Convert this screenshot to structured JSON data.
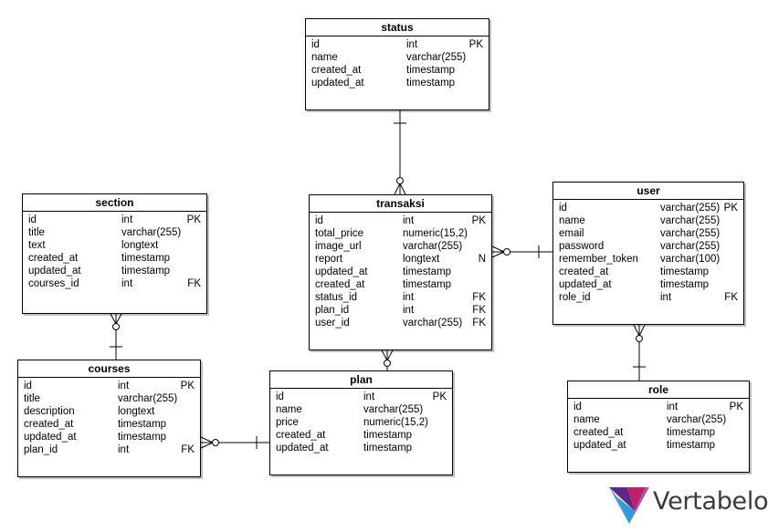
{
  "tables": {
    "status": {
      "name": "status",
      "columns": [
        {
          "name": "id",
          "type": "int",
          "key": "PK"
        },
        {
          "name": "name",
          "type": "varchar(255)",
          "key": ""
        },
        {
          "name": "created_at",
          "type": "timestamp",
          "key": ""
        },
        {
          "name": "updated_at",
          "type": "timestamp",
          "key": ""
        }
      ]
    },
    "section": {
      "name": "section",
      "columns": [
        {
          "name": "id",
          "type": "int",
          "key": "PK"
        },
        {
          "name": "title",
          "type": "varchar(255)",
          "key": ""
        },
        {
          "name": "text",
          "type": "longtext",
          "key": ""
        },
        {
          "name": "created_at",
          "type": "timestamp",
          "key": ""
        },
        {
          "name": "updated_at",
          "type": "timestamp",
          "key": ""
        },
        {
          "name": "courses_id",
          "type": "int",
          "key": "FK"
        }
      ]
    },
    "transaksi": {
      "name": "transaksi",
      "columns": [
        {
          "name": "id",
          "type": "int",
          "key": "PK"
        },
        {
          "name": "total_price",
          "type": "numeric(15,2)",
          "key": ""
        },
        {
          "name": "image_url",
          "type": "varchar(255)",
          "key": ""
        },
        {
          "name": "report",
          "type": "longtext",
          "key": "N"
        },
        {
          "name": "updated_at",
          "type": "timestamp",
          "key": ""
        },
        {
          "name": "created_at",
          "type": "timestamp",
          "key": ""
        },
        {
          "name": "status_id",
          "type": "int",
          "key": "FK"
        },
        {
          "name": "plan_id",
          "type": "int",
          "key": "FK"
        },
        {
          "name": "user_id",
          "type": "varchar(255)",
          "key": "FK"
        }
      ]
    },
    "user": {
      "name": "user",
      "columns": [
        {
          "name": "id",
          "type": "varchar(255)",
          "key": "PK"
        },
        {
          "name": "name",
          "type": "varchar(255)",
          "key": ""
        },
        {
          "name": "email",
          "type": "varchar(255)",
          "key": ""
        },
        {
          "name": "password",
          "type": "varchar(255)",
          "key": ""
        },
        {
          "name": "remember_token",
          "type": "varchar(100)",
          "key": ""
        },
        {
          "name": "created_at",
          "type": "timestamp",
          "key": ""
        },
        {
          "name": "updated_at",
          "type": "timestamp",
          "key": ""
        },
        {
          "name": "role_id",
          "type": "int",
          "key": "FK"
        }
      ]
    },
    "courses": {
      "name": "courses",
      "columns": [
        {
          "name": "id",
          "type": "int",
          "key": "PK"
        },
        {
          "name": "title",
          "type": "varchar(255)",
          "key": ""
        },
        {
          "name": "description",
          "type": "longtext",
          "key": ""
        },
        {
          "name": "created_at",
          "type": "timestamp",
          "key": ""
        },
        {
          "name": "updated_at",
          "type": "timestamp",
          "key": ""
        },
        {
          "name": "plan_id",
          "type": "int",
          "key": "FK"
        }
      ]
    },
    "plan": {
      "name": "plan",
      "columns": [
        {
          "name": "id",
          "type": "int",
          "key": "PK"
        },
        {
          "name": "name",
          "type": "varchar(255)",
          "key": ""
        },
        {
          "name": "price",
          "type": "numeric(15,2)",
          "key": ""
        },
        {
          "name": "created_at",
          "type": "timestamp",
          "key": ""
        },
        {
          "name": "updated_at",
          "type": "timestamp",
          "key": ""
        }
      ]
    },
    "role": {
      "name": "role",
      "columns": [
        {
          "name": "id",
          "type": "int",
          "key": "PK"
        },
        {
          "name": "name",
          "type": "varchar(255)",
          "key": ""
        },
        {
          "name": "created_at",
          "type": "timestamp",
          "key": ""
        },
        {
          "name": "updated_at",
          "type": "timestamp",
          "key": ""
        }
      ]
    }
  },
  "relationships": [
    {
      "from": "status",
      "to": "transaksi",
      "one_end": "status",
      "many_end": "transaksi"
    },
    {
      "from": "user",
      "to": "transaksi",
      "one_end": "user",
      "many_end": "transaksi"
    },
    {
      "from": "plan",
      "to": "transaksi",
      "one_end": "plan",
      "many_end": "transaksi"
    },
    {
      "from": "courses",
      "to": "section",
      "one_end": "courses",
      "many_end": "section"
    },
    {
      "from": "plan",
      "to": "courses",
      "one_end": "plan",
      "many_end": "courses"
    },
    {
      "from": "role",
      "to": "user",
      "one_end": "role",
      "many_end": "user"
    }
  ],
  "logo": {
    "text": "Vertabelo",
    "colors": [
      "#5b2a86",
      "#c0206a",
      "#2a9fd6",
      "#8a3fb0"
    ]
  }
}
